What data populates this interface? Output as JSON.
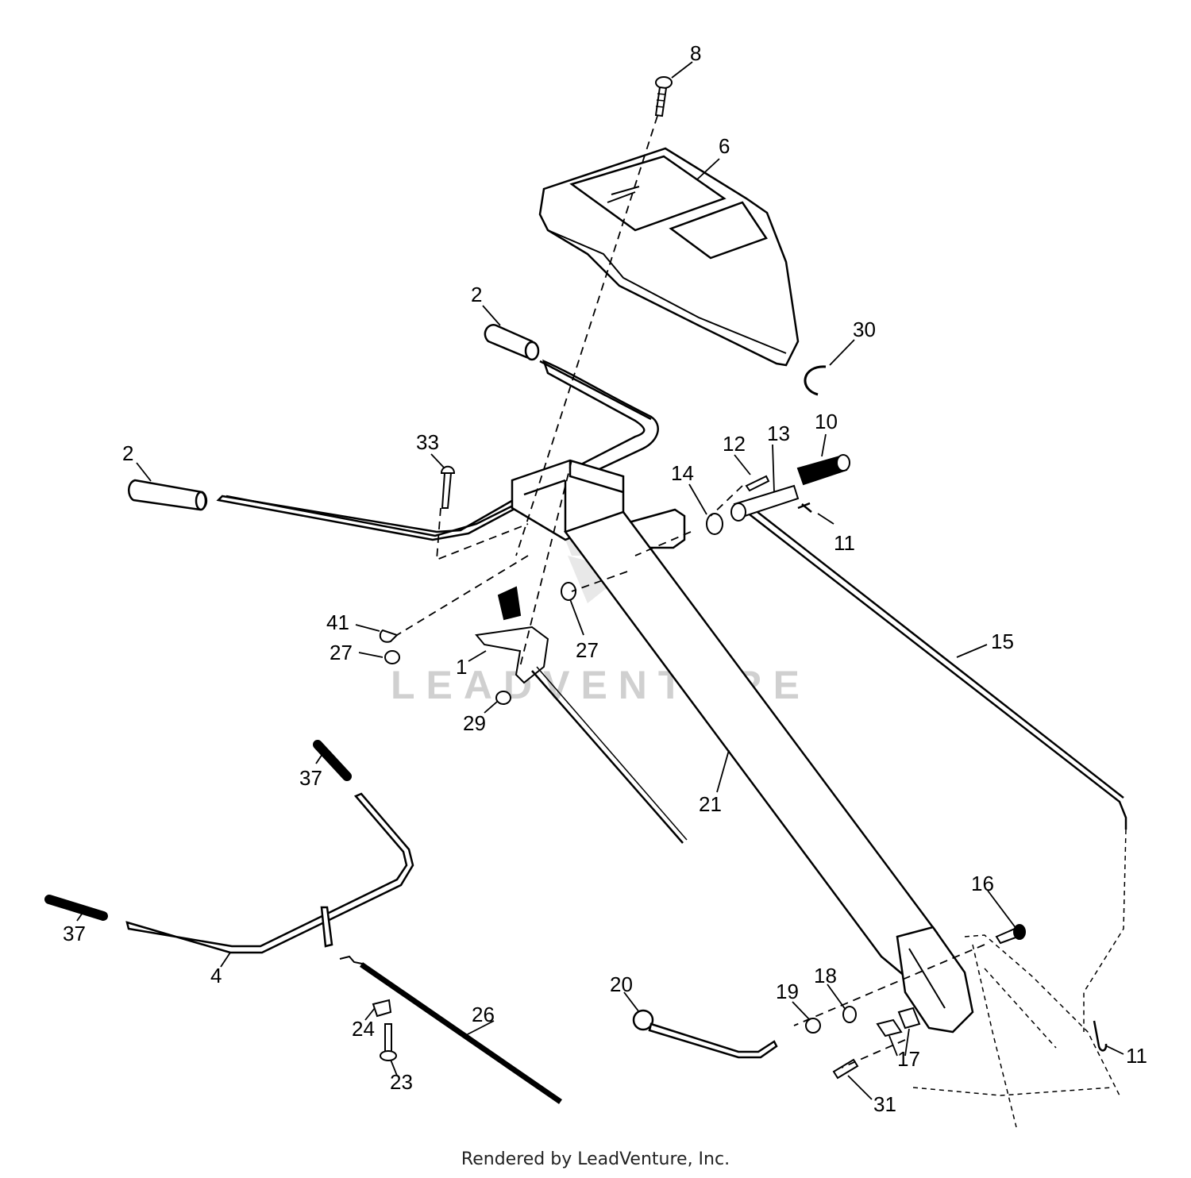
{
  "diagram": {
    "callouts": [
      {
        "id": "8",
        "label": "8"
      },
      {
        "id": "6",
        "label": "6"
      },
      {
        "id": "2a",
        "label": "2"
      },
      {
        "id": "30",
        "label": "30"
      },
      {
        "id": "2b",
        "label": "2"
      },
      {
        "id": "33",
        "label": "33"
      },
      {
        "id": "12",
        "label": "12"
      },
      {
        "id": "13",
        "label": "13"
      },
      {
        "id": "10",
        "label": "10"
      },
      {
        "id": "14",
        "label": "14"
      },
      {
        "id": "11a",
        "label": "11"
      },
      {
        "id": "41",
        "label": "41"
      },
      {
        "id": "27a",
        "label": "27"
      },
      {
        "id": "27b",
        "label": "27"
      },
      {
        "id": "1",
        "label": "1"
      },
      {
        "id": "15",
        "label": "15"
      },
      {
        "id": "29",
        "label": "29"
      },
      {
        "id": "37a",
        "label": "37"
      },
      {
        "id": "21",
        "label": "21"
      },
      {
        "id": "37b",
        "label": "37"
      },
      {
        "id": "16",
        "label": "16"
      },
      {
        "id": "4",
        "label": "4"
      },
      {
        "id": "20",
        "label": "20"
      },
      {
        "id": "19",
        "label": "19"
      },
      {
        "id": "18",
        "label": "18"
      },
      {
        "id": "26",
        "label": "26"
      },
      {
        "id": "24",
        "label": "24"
      },
      {
        "id": "17",
        "label": "17"
      },
      {
        "id": "11b",
        "label": "11"
      },
      {
        "id": "23",
        "label": "23"
      },
      {
        "id": "31",
        "label": "31"
      }
    ],
    "watermark": "LEADVENTURE"
  },
  "footer": {
    "text": "Rendered by LeadVenture, Inc."
  }
}
